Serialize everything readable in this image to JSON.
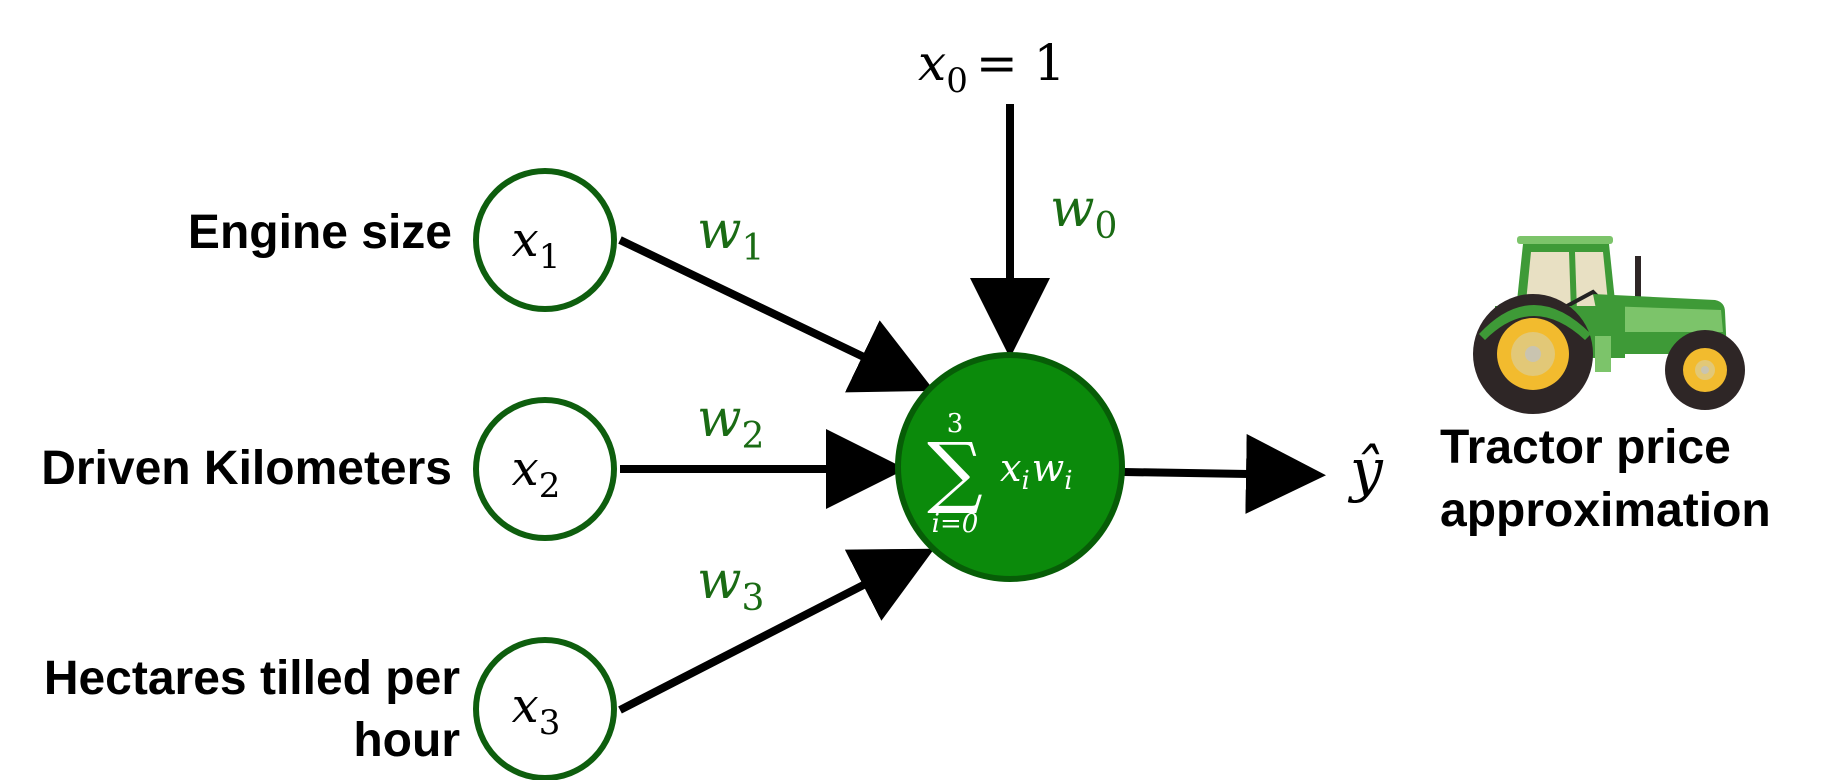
{
  "inputs": [
    {
      "label_lines": [
        "Engine size"
      ],
      "symbol": "x",
      "sub": "1",
      "weight_symbol": "w",
      "weight_sub": "1"
    },
    {
      "label_lines": [
        "Driven Kilometers"
      ],
      "symbol": "x",
      "sub": "2",
      "weight_symbol": "w",
      "weight_sub": "2"
    },
    {
      "label_lines": [
        "Hectares tilled per",
        "hour"
      ],
      "symbol": "x",
      "sub": "3",
      "weight_symbol": "w",
      "weight_sub": "3"
    }
  ],
  "bias": {
    "symbol": "x",
    "sub": "0",
    "eq": "= 1",
    "weight_symbol": "w",
    "weight_sub": "0"
  },
  "neuron": {
    "sum_sign": "∑",
    "upper": "3",
    "lower": "i=0",
    "term": "x",
    "term_sub": "i",
    "term2": "w",
    "term2_sub": "i"
  },
  "output": {
    "symbol": "ŷ",
    "label_lines": [
      "Tractor price",
      "approximation"
    ]
  },
  "colors": {
    "input_stroke": "#0e5e0e",
    "weight_text": "#1a6b14",
    "neuron_fill": "#0b8a0b",
    "neuron_stroke": "#075d07",
    "arrow": "#000000",
    "tractor_green": "#3e9a37",
    "tractor_light": "#7cc46a",
    "tractor_wheel": "#2e2626",
    "tractor_rim": "#f2bb2e"
  },
  "icons": {
    "tractor": "tractor-icon"
  }
}
